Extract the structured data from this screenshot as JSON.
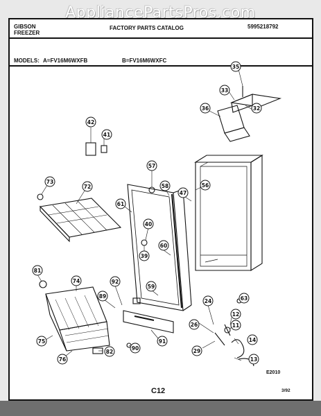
{
  "watermark": "AppliancePartsPros.com",
  "header": {
    "brand_line1": "GIBSON",
    "brand_line2": "FREEZER",
    "catalog_title": "FACTORY PARTS CATALOG",
    "catalog_number": "5995218792",
    "models_label": "MODELS:",
    "model_a": "A=FV16M6WXFB",
    "model_b": "B=FV16M6WXFC"
  },
  "footer": {
    "page_code": "C12",
    "diagram_code": "E2010",
    "date": "3/92"
  },
  "callouts": [
    "35",
    "33",
    "32",
    "36",
    "42",
    "41",
    "57",
    "73",
    "72",
    "58",
    "56",
    "47",
    "61",
    "40",
    "39",
    "60",
    "81",
    "74",
    "92",
    "59",
    "89",
    "24",
    "63",
    "12",
    "11",
    "75",
    "90",
    "91",
    "26",
    "14",
    "76",
    "82",
    "29",
    "13"
  ],
  "colors": {
    "ink": "#111111",
    "page": "#ffffff",
    "background": "#e9e9e9"
  }
}
